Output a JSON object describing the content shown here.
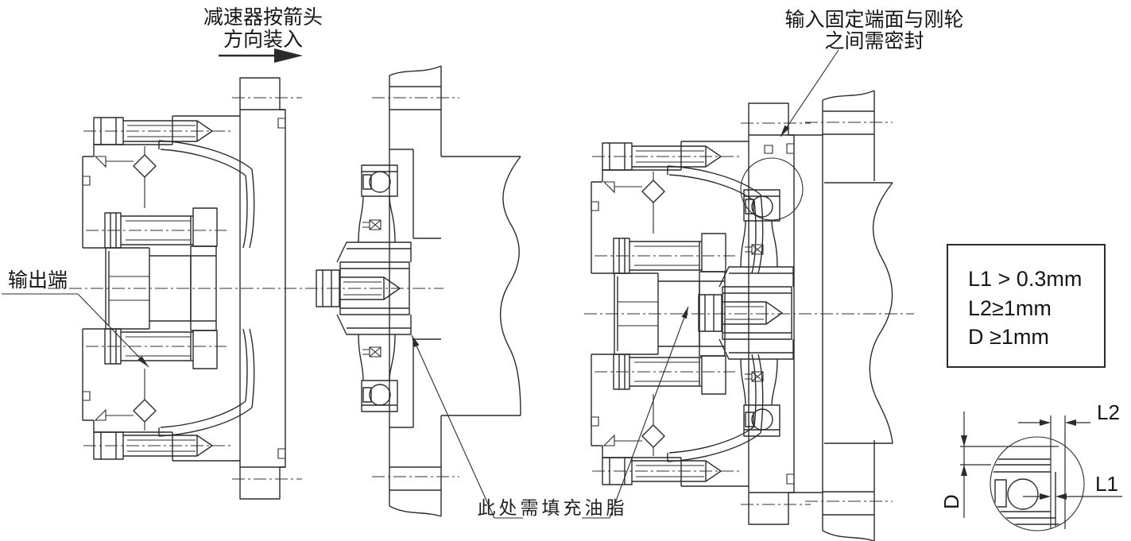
{
  "drawing": {
    "notes": {
      "install": {
        "line1": "减速器按箭头",
        "line2": "方向装入"
      },
      "seal": {
        "line1": "输入固定端面与刚轮",
        "line2": "之间需密封"
      },
      "grease": "此处需填充油脂"
    },
    "labels": {
      "output_end": "输出端"
    },
    "spec_box": {
      "l1": "L1 > 0.3mm",
      "l2": "L2≥1mm",
      "d": "D ≥1mm"
    },
    "detail": {
      "l2_label": "L2",
      "l1_label": "L1",
      "d_label": "D"
    },
    "colors": {
      "line": "#2b2b2b",
      "background": "#ffffff"
    }
  }
}
